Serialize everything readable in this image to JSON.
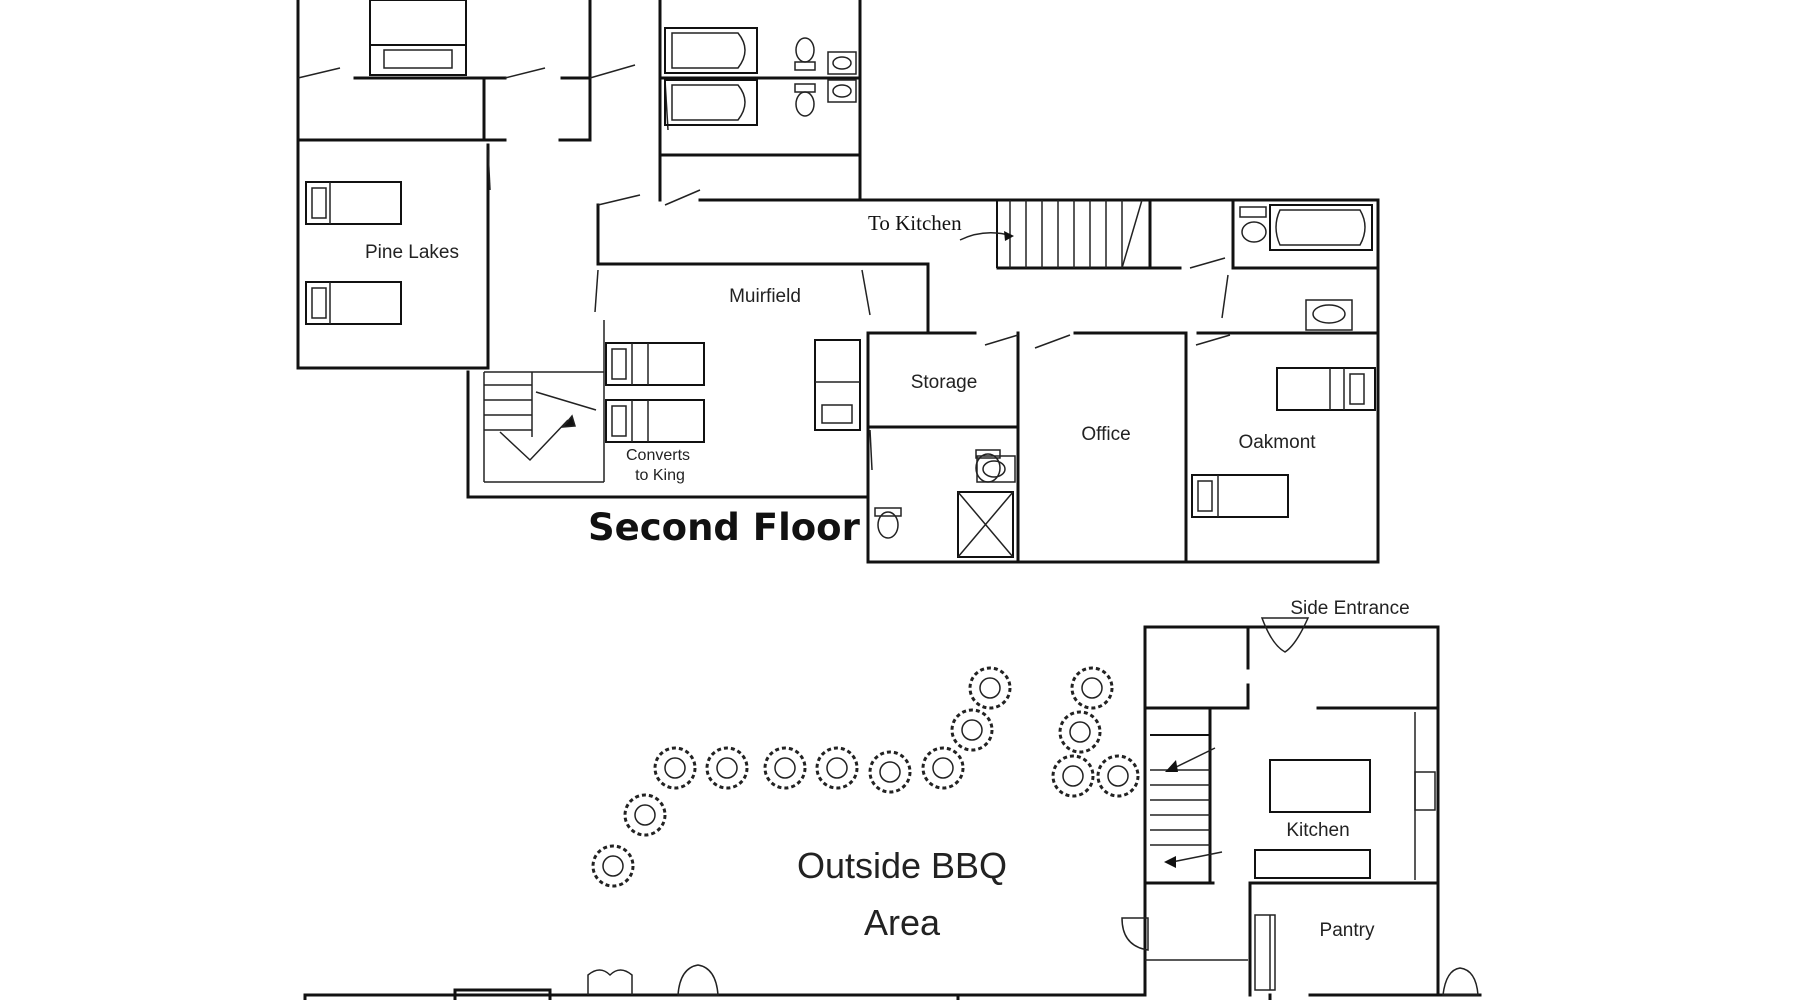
{
  "floor_title": "Second Floor",
  "rooms": {
    "pine_lakes": "Pine Lakes",
    "muirfield": "Muirfield",
    "converts_line1": "Converts",
    "converts_line2": "to King",
    "storage": "Storage",
    "office": "Office",
    "oakmont": "Oakmont",
    "to_kitchen": "To Kitchen",
    "side_entrance": "Side Entrance",
    "kitchen": "Kitchen",
    "pantry": "Pantry",
    "bbq_line1": "Outside BBQ",
    "bbq_line2": "Area"
  }
}
